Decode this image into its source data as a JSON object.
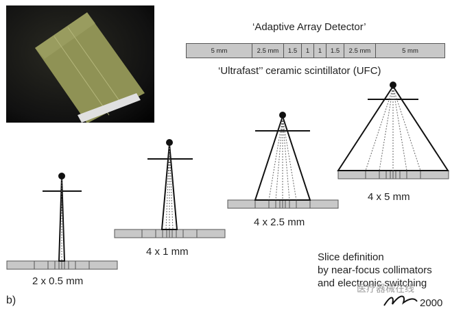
{
  "title": "‘Adaptive Array Detector’",
  "subtitle": "‘Ultrafast’’ ceramic scintillator (UFC)",
  "segments": [
    "5 mm",
    "2.5 mm",
    "1.5",
    "1",
    "1",
    "1.5",
    "2.5 mm",
    "5 mm"
  ],
  "configs": [
    {
      "label": "2 x 0.5 mm"
    },
    {
      "label": "4 x 1 mm"
    },
    {
      "label": "4 x 2.5 mm"
    },
    {
      "label": "4 x 5 mm"
    }
  ],
  "note_lines": [
    "Slice definition",
    "by near-focus collimators",
    "and electronic switching"
  ],
  "panel_label": "b)",
  "year": "2000",
  "watermark": "医疗器械在线"
}
